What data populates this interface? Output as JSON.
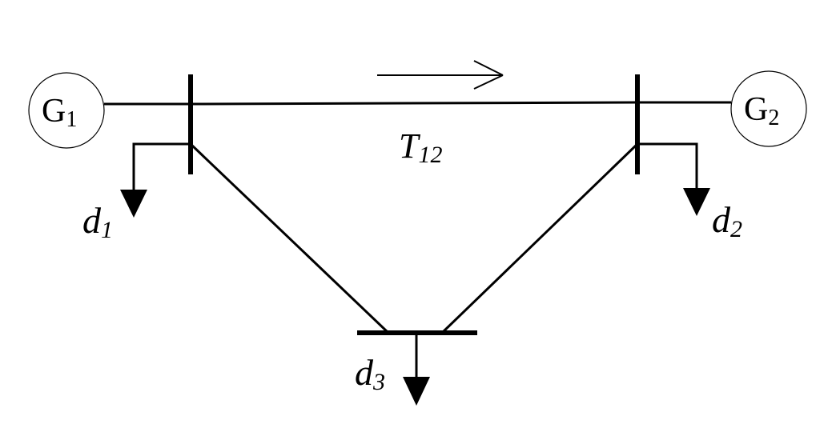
{
  "generators": [
    {
      "id": "g1",
      "letter": "G",
      "sub": "1"
    },
    {
      "id": "g2",
      "letter": "G",
      "sub": "2"
    }
  ],
  "loads": [
    {
      "id": "d1",
      "letter": "d",
      "sub": "1"
    },
    {
      "id": "d2",
      "letter": "d",
      "sub": "2"
    },
    {
      "id": "d3",
      "letter": "d",
      "sub": "3"
    }
  ],
  "line": {
    "letter": "T",
    "sub": "12"
  },
  "colors": {
    "stroke": "#000000",
    "background": "#ffffff"
  }
}
